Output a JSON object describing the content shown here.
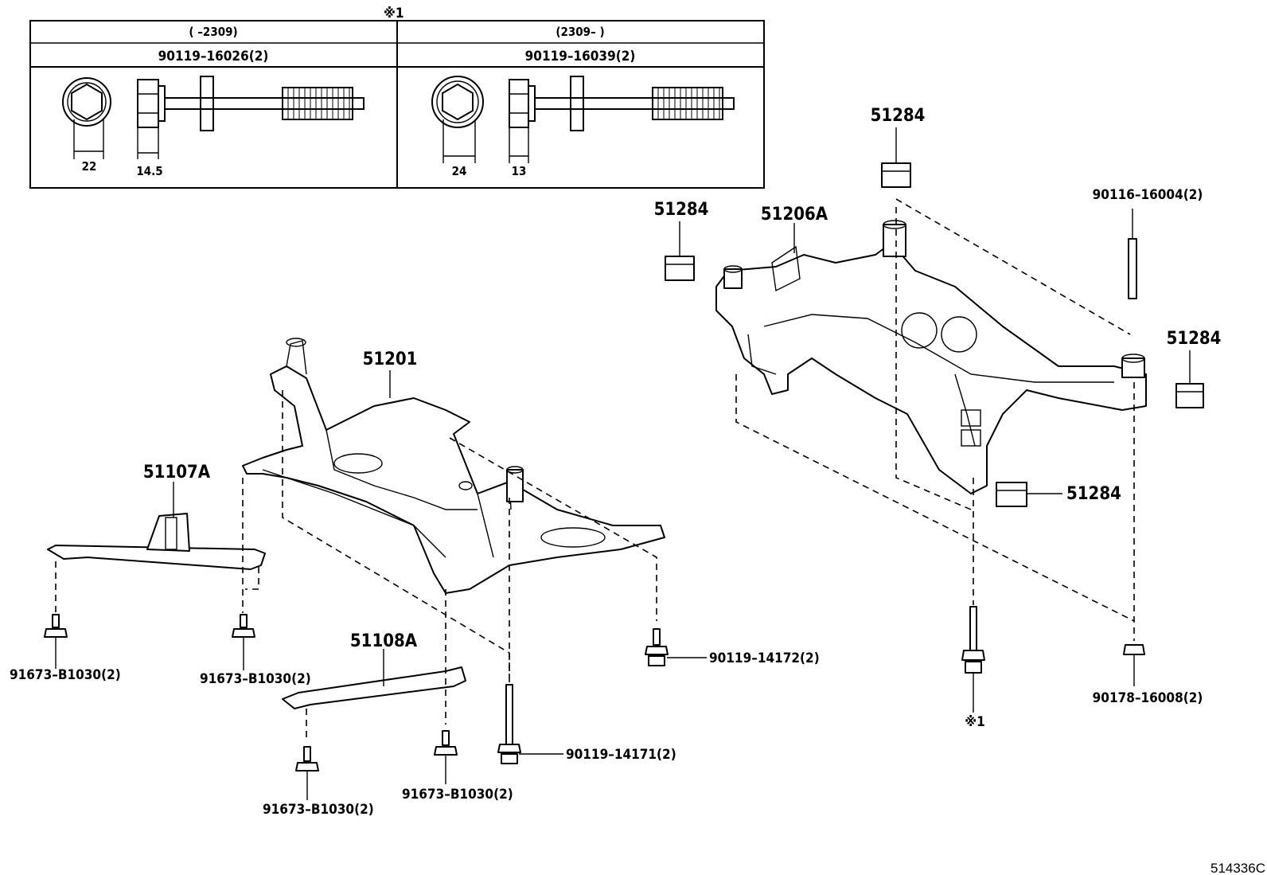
{
  "inset": {
    "note_mark": "※1",
    "columns": [
      {
        "period": "(      –2309)",
        "part_no": "90119–16026(2)",
        "dim_head": "22",
        "dim_flange": "14.5"
      },
      {
        "period": "(2309–      )",
        "part_no": "90119–16039(2)",
        "dim_head": "24",
        "dim_flange": "13"
      }
    ]
  },
  "callouts": {
    "front_crossmember": "51201",
    "front_brace_left": "51107A",
    "front_brace_center": "51108A",
    "rear_subframe": "51206A",
    "stopper_top": "51284",
    "stopper_left": "51284",
    "stopper_right": "51284",
    "stopper_lower": "51284",
    "bolt_front_left": "91673–B1030(2)",
    "bolt_front_mid": "91673–B1030(2)",
    "bolt_lower_left": "91673–B1030(2)",
    "bolt_lower_mid": "91673–B1030(2)",
    "bolt_crossmember_a": "90119–14172(2)",
    "bolt_crossmember_b": "90119–14171(2)",
    "stud_rear": "90116–16004(2)",
    "nut_rear": "90178–16008(2)",
    "rear_bolt_ref": "※1"
  },
  "diagram_code": "514336C"
}
